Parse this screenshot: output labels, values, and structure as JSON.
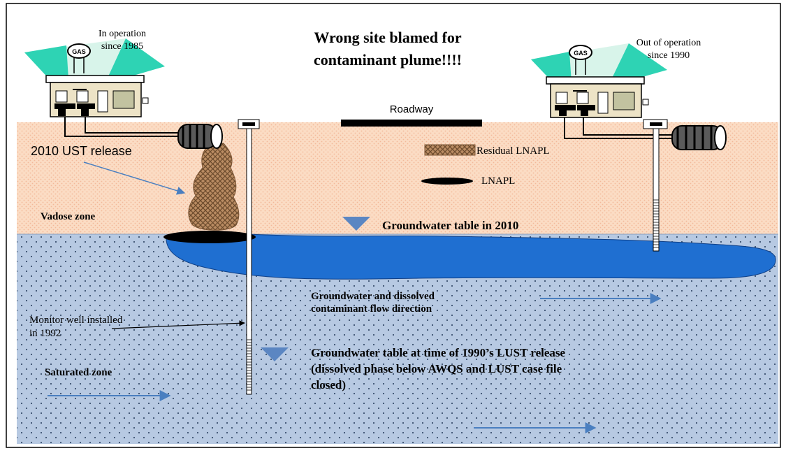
{
  "title": [
    "Wrong site blamed for",
    "contaminant plume!!!!"
  ],
  "stations": {
    "left": {
      "label": [
        "In operation",
        "since 1985"
      ],
      "sign": "GAS"
    },
    "right": {
      "label": [
        "Out of operation",
        "since 1990"
      ],
      "sign": "GAS"
    }
  },
  "roadway": "Roadway",
  "labels": {
    "ust_release": "2010 UST release",
    "vadose_zone": "Vadose zone",
    "saturated_zone": "Saturated zone",
    "monitor_well": [
      "Monitor well installed",
      "in 1992"
    ],
    "gw_2010": "Groundwater table in 2010",
    "flow_direction": [
      "Groundwater and dissolved",
      "contaminant flow direction"
    ],
    "gw_1990": [
      "Groundwater table at time of 1990’s LUST release",
      "(dissolved phase below AWQS and LUST case file",
      "closed)"
    ]
  },
  "legend": {
    "residual": "Residual LNAPL",
    "lnapl": "LNAPL"
  },
  "colors": {
    "vadose": "#fbdcc4",
    "saturated": "#b7c9e2",
    "plume": "#1f6fd1",
    "arrow": "#4a7fc0",
    "triangle": "#5b86c2"
  }
}
